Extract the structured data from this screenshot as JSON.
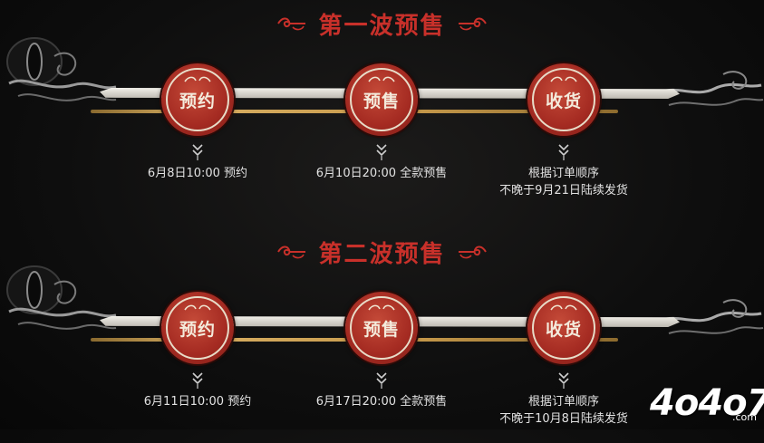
{
  "colors": {
    "title_red": "#c8302a",
    "seal_red": "#a52b22",
    "bar_gold": "#c79a4b",
    "text_light": "#e2e2e2"
  },
  "sections": [
    {
      "title": "第一波预售",
      "steps": [
        {
          "label": "预约",
          "lines": [
            "6月8日10:00 预约"
          ]
        },
        {
          "label": "预售",
          "lines": [
            "6月10日20:00  全款预售"
          ]
        },
        {
          "label": "收货",
          "lines": [
            "根据订单顺序",
            "不晚于9月21日陆续发货"
          ]
        }
      ]
    },
    {
      "title": "第二波预售",
      "steps": [
        {
          "label": "预约",
          "lines": [
            "6月11日10:00 预约"
          ]
        },
        {
          "label": "预售",
          "lines": [
            "6月17日20:00 全款预售"
          ]
        },
        {
          "label": "收货",
          "lines": [
            "根据订单顺序",
            "不晚于10月8日陆续发货"
          ]
        }
      ]
    }
  ],
  "watermark": {
    "main": "4o4o7",
    "sub": ".com"
  }
}
